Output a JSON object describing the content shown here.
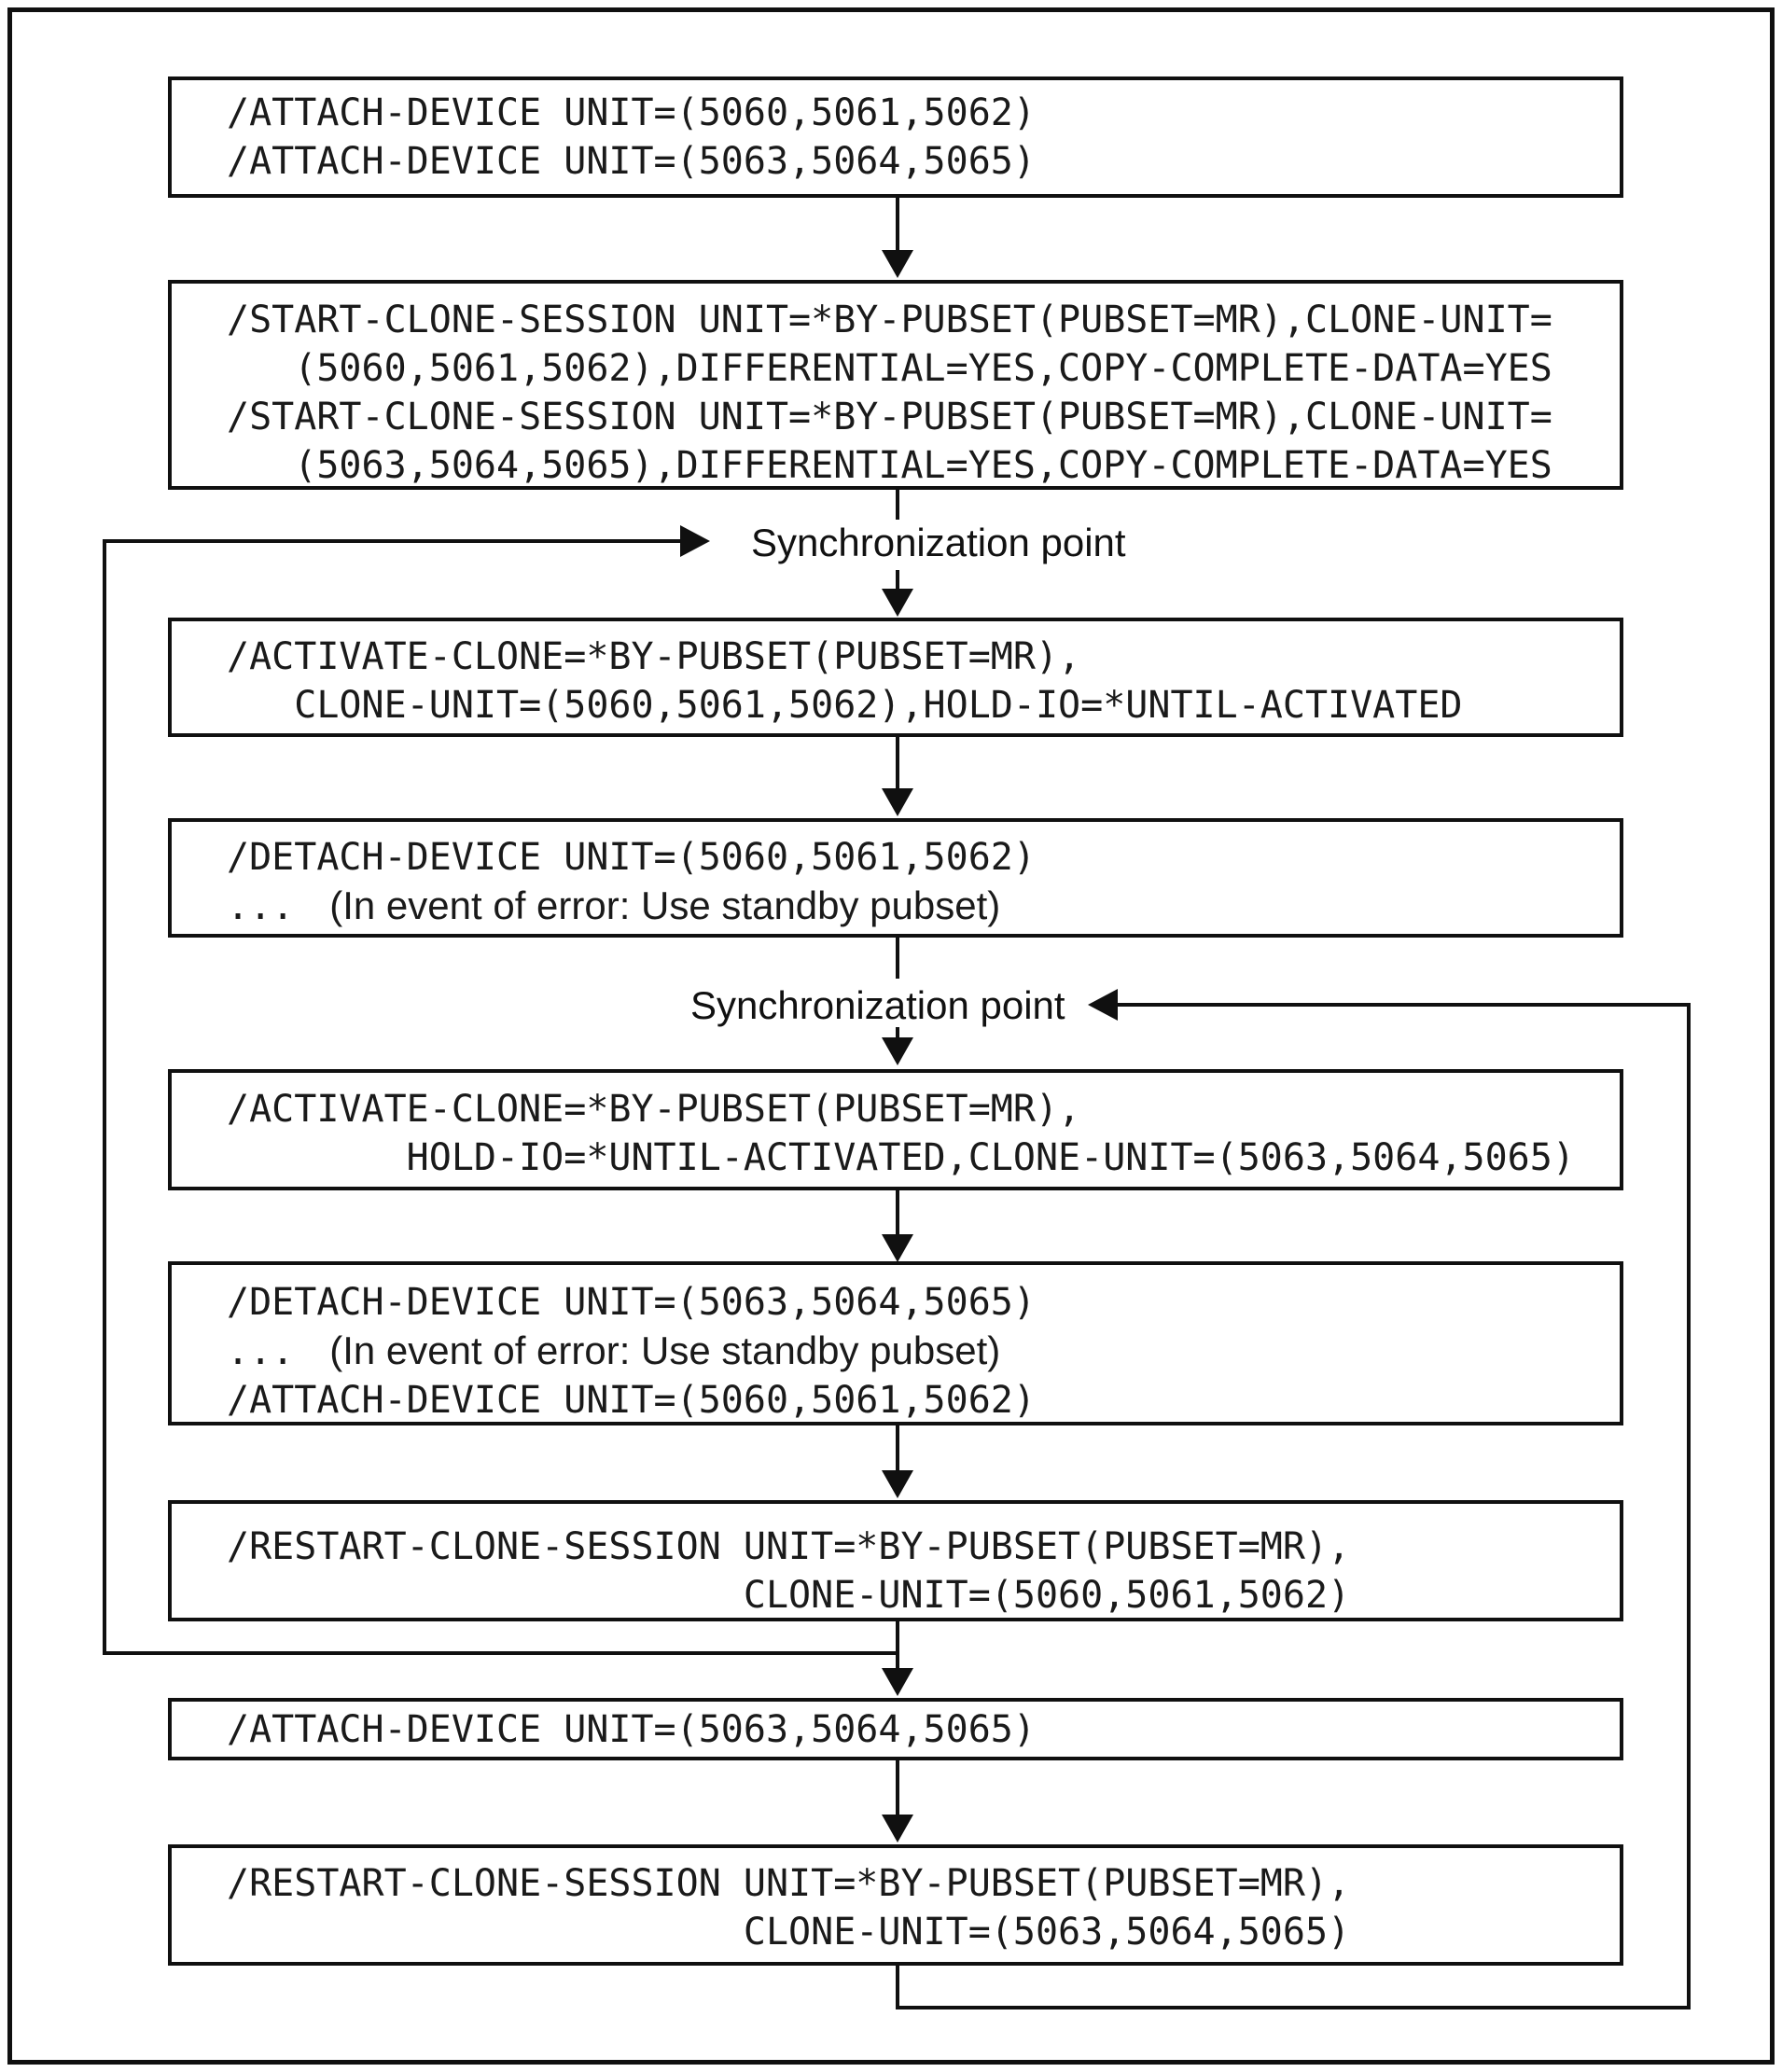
{
  "figure": {
    "sync_point_label_1": "Synchronization point",
    "sync_point_label_2": "Synchronization point"
  },
  "boxes": [
    {
      "name": "attach-device-initial",
      "lines": [
        "/ATTACH-DEVICE UNIT=(5060,5061,5062)",
        "/ATTACH-DEVICE UNIT=(5063,5064,5065)"
      ]
    },
    {
      "name": "start-clone-session",
      "lines": [
        "/START-CLONE-SESSION UNIT=*BY-PUBSET(PUBSET=MR),CLONE-UNIT=",
        "   (5060,5061,5062),DIFFERENTIAL=YES,COPY-COMPLETE-DATA=YES",
        "/START-CLONE-SESSION UNIT=*BY-PUBSET(PUBSET=MR),CLONE-UNIT=",
        "   (5063,5064,5065),DIFFERENTIAL=YES,COPY-COMPLETE-DATA=YES"
      ]
    },
    {
      "name": "activate-clone-first",
      "lines": [
        "/ACTIVATE-CLONE=*BY-PUBSET(PUBSET=MR),",
        "   CLONE-UNIT=(5060,5061,5062),HOLD-IO=*UNTIL-ACTIVATED"
      ]
    },
    {
      "name": "detach-device-first",
      "lines": [
        "/DETACH-DEVICE UNIT=(5060,5061,5062)"
      ],
      "dots": "...",
      "note": "(In event of error: Use standby pubset)"
    },
    {
      "name": "activate-clone-second",
      "lines": [
        "/ACTIVATE-CLONE=*BY-PUBSET(PUBSET=MR),",
        "        HOLD-IO=*UNTIL-ACTIVATED,CLONE-UNIT=(5063,5064,5065)"
      ]
    },
    {
      "name": "detach-device-second",
      "lines": [
        "/DETACH-DEVICE UNIT=(5063,5064,5065)",
        "/ATTACH-DEVICE UNIT=(5060,5061,5062)"
      ],
      "dots": "...",
      "note": "(In event of error: Use standby pubset)"
    },
    {
      "name": "restart-clone-session-first",
      "lines": [
        "/RESTART-CLONE-SESSION UNIT=*BY-PUBSET(PUBSET=MR),",
        "                       CLONE-UNIT=(5060,5061,5062)"
      ]
    },
    {
      "name": "attach-device-standby",
      "lines": [
        "/ATTACH-DEVICE UNIT=(5063,5064,5065)"
      ]
    },
    {
      "name": "restart-clone-session-second",
      "lines": [
        "/RESTART-CLONE-SESSION UNIT=*BY-PUBSET(PUBSET=MR),",
        "                       CLONE-UNIT=(5063,5064,5065)"
      ]
    }
  ],
  "colors": {
    "line": "#101010",
    "background": "#ffffff",
    "text": "#1a1a1a"
  }
}
